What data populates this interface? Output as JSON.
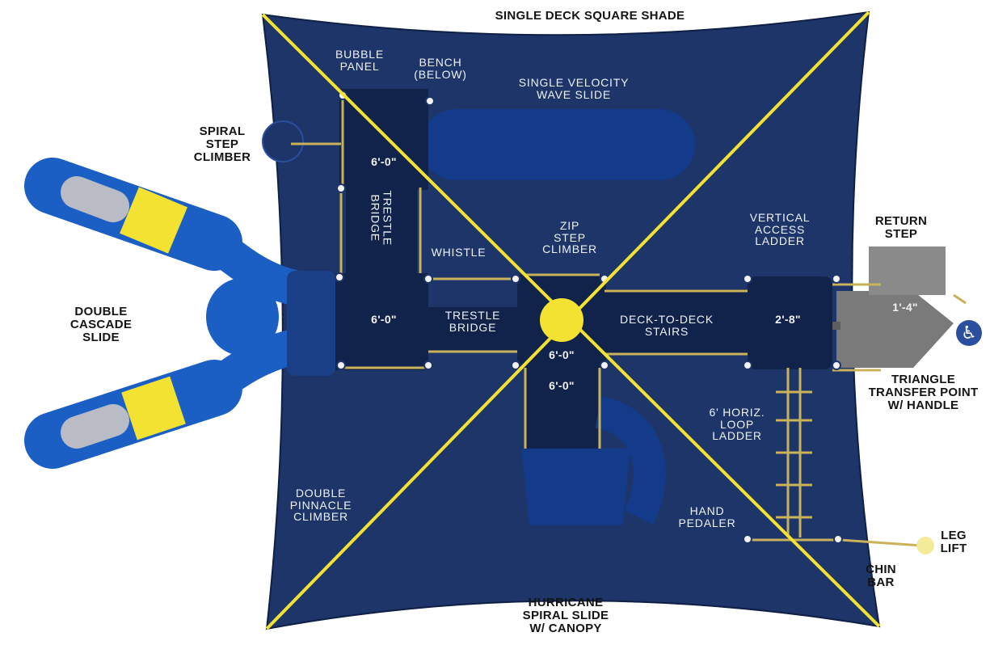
{
  "title": "SINGLE DECK SQUARE SHADE",
  "colors": {
    "shade": "#1d3568",
    "deck": "#11234a",
    "slide_blue": "#1b5fc4",
    "slide_yellow": "#f4e233",
    "rail": "#c9b25a",
    "gray": "#7a7a7a",
    "label_dark": "#141414",
    "label_light": "#eef1f7"
  },
  "labels": {
    "bubble_panel": "BUBBLE\nPANEL",
    "bench": "BENCH\n(BELOW)",
    "single_velocity": "SINGLE VELOCITY\nWAVE SLIDE",
    "spiral_step": "SPIRAL\nSTEP\nCLIMBER",
    "double_cascade": "DOUBLE\nCASCADE\nSLIDE",
    "trestle_bridge_vertical": "TRESTLE\nBRIDGE",
    "whistle": "WHISTLE",
    "zip_step": "ZIP\nSTEP\nCLIMBER",
    "trestle_bridge": "TRESTLE\nBRIDGE",
    "deck_to_deck": "DECK-TO-DECK\nSTAIRS",
    "vertical_access": "VERTICAL\nACCESS\nLADDER",
    "return_step": "RETURN\nSTEP",
    "triangle_transfer": "TRIANGLE\nTRANSFER POINT\nW/ HANDLE",
    "horiz_loop": "6' HORIZ.\nLOOP\nLADDER",
    "double_pinnacle": "DOUBLE\nPINNACLE\nCLIMBER",
    "hand_pedaler": "HAND\nPEDALER",
    "hurricane": "HURRICANE\nSPIRAL SLIDE\nW/ CANOPY",
    "chin_bar": "CHIN\nBAR",
    "leg_lift": "LEG\nLIFT"
  },
  "dimensions": {
    "top_deck": "6'-0\"",
    "left_deck": "6'-0\"",
    "center_deck": "6'-0\"",
    "lower_deck": "6'-0\"",
    "right_deck": "2'-8\"",
    "transfer": "1'-4\""
  },
  "icons": {
    "accessibility": "wheelchair-icon"
  }
}
